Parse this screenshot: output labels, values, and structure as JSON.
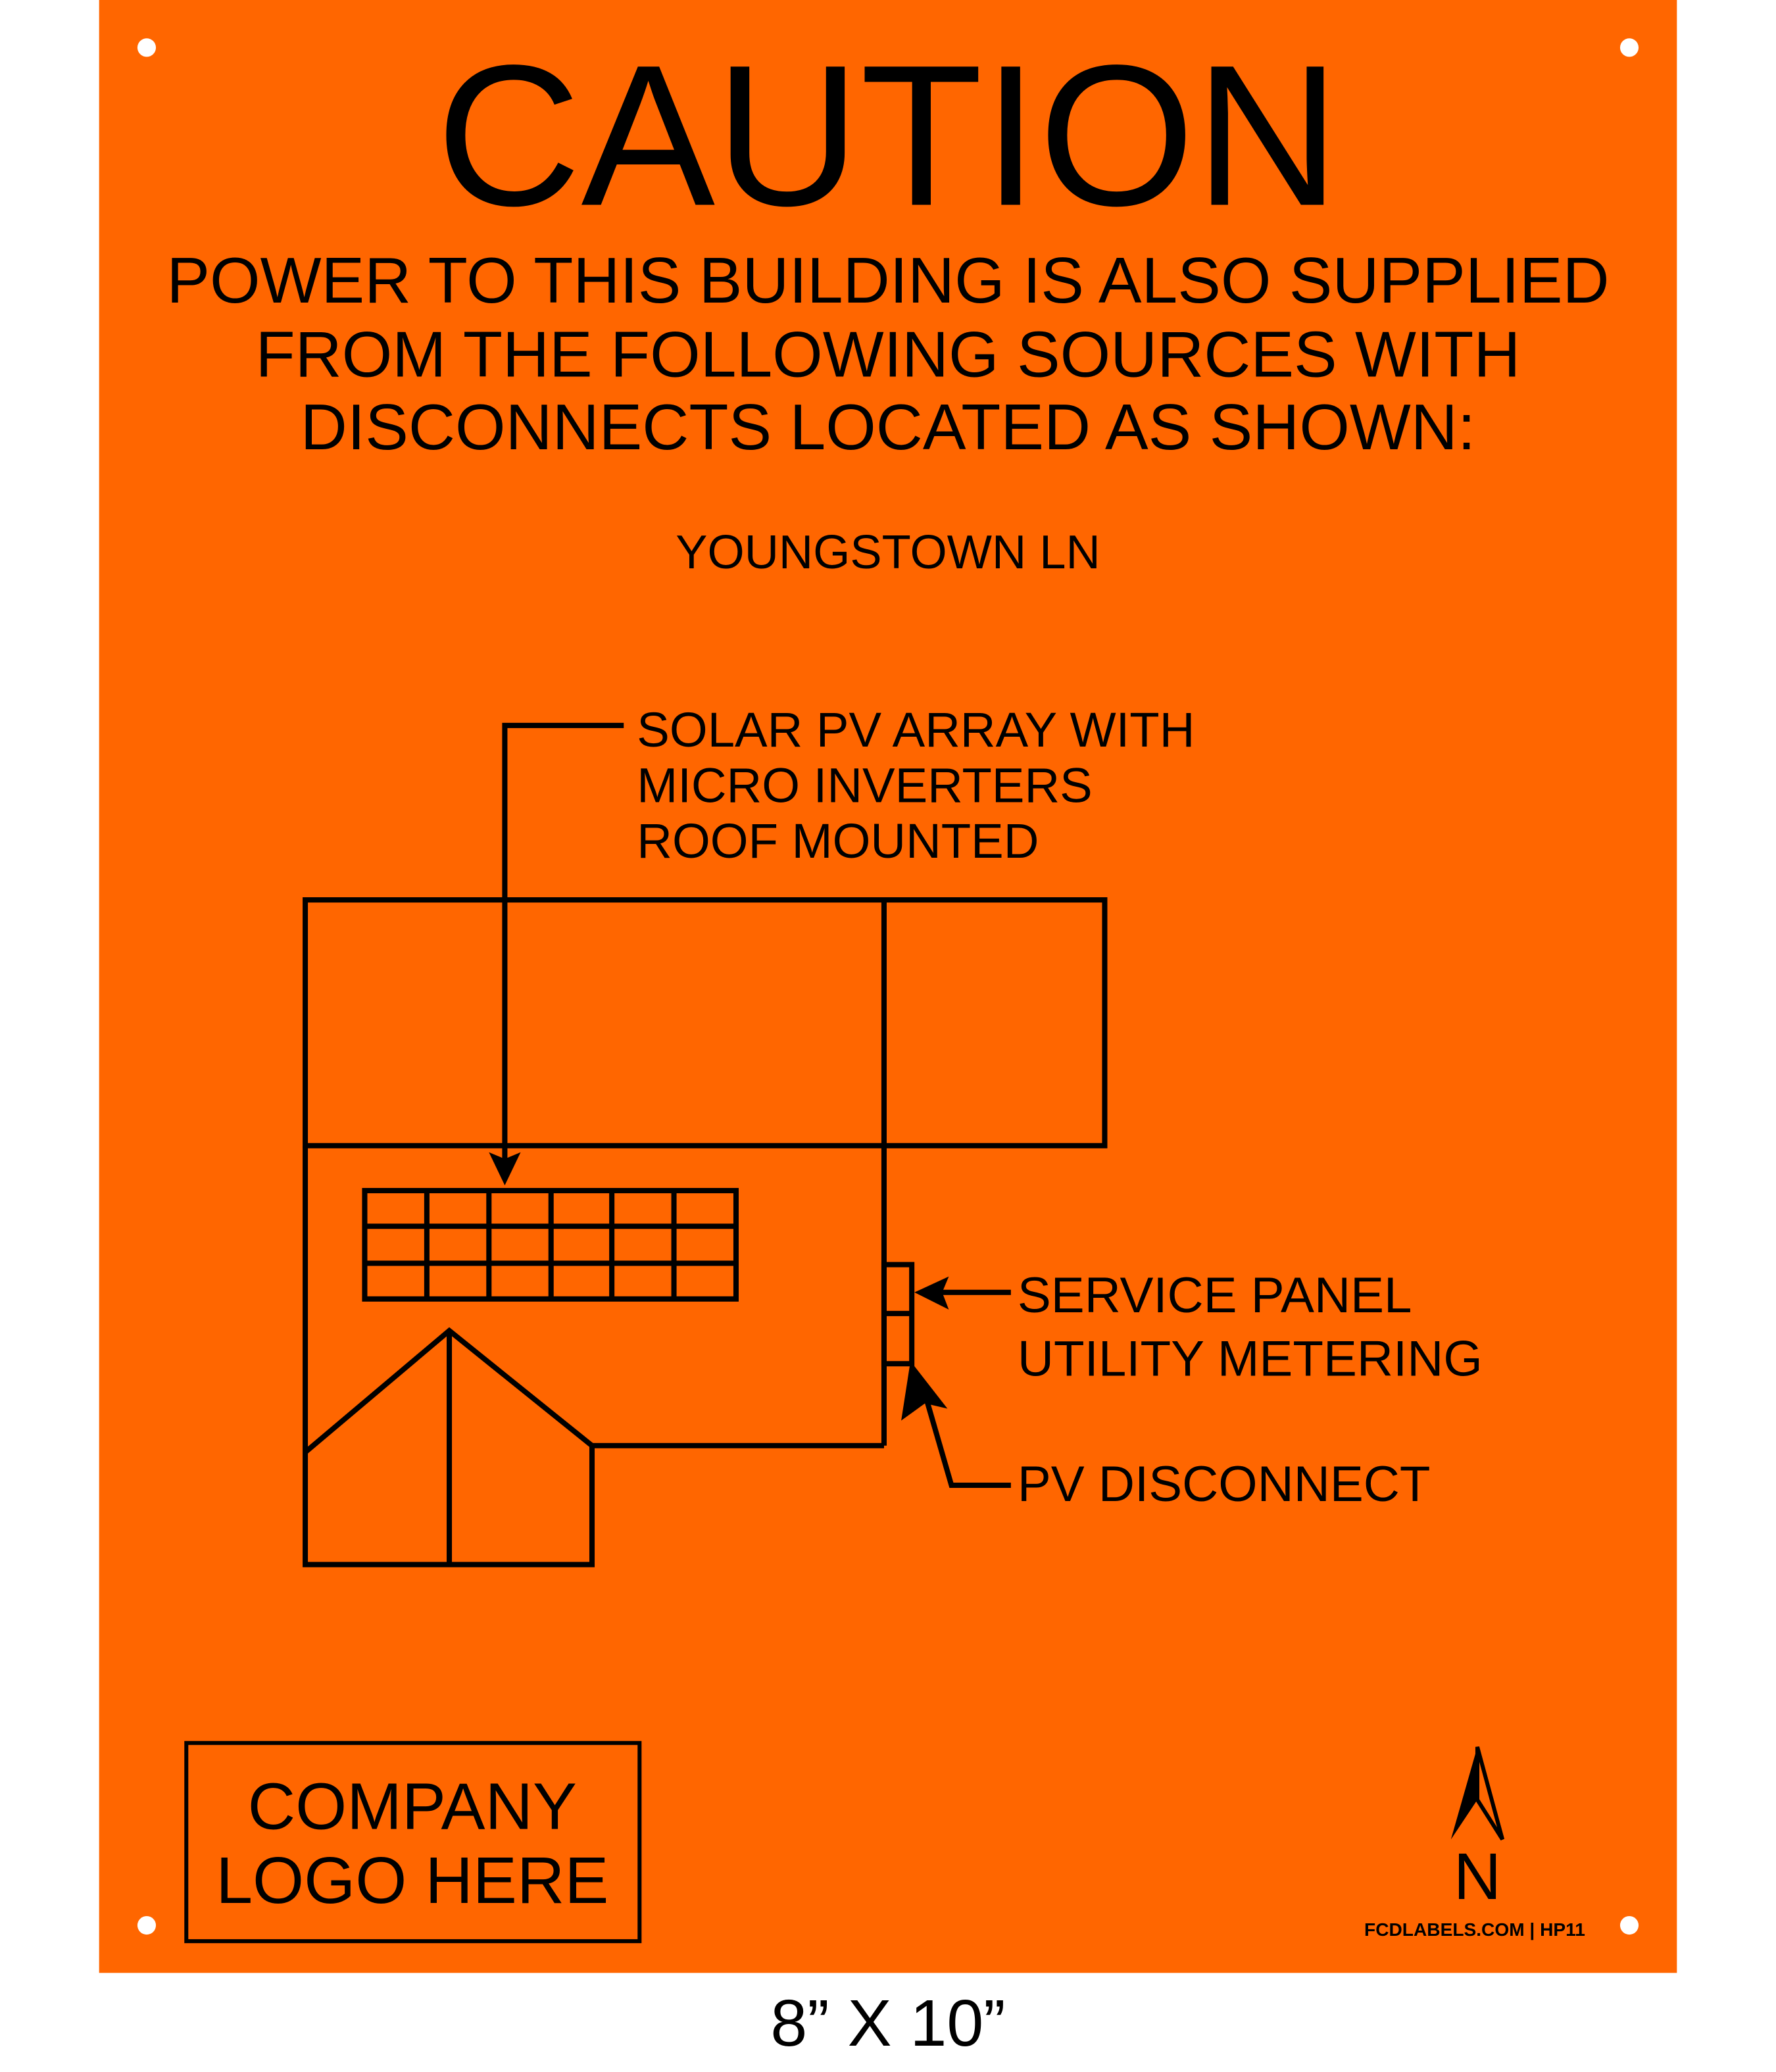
{
  "colors": {
    "sign_background": "#FF6600",
    "ink": "#000000",
    "page": "#FFFFFF"
  },
  "sign": {
    "title": "CAUTION",
    "message_lines": [
      "POWER TO THIS BUILDING IS ALSO SUPPLIED",
      "FROM THE FOLLOWING SOURCES WITH",
      "DISCONNECTS LOCATED AS SHOWN:"
    ],
    "street_label": "YOUNGSTOWN LN",
    "solar_label_lines": [
      "SOLAR PV ARRAY WITH",
      "MICRO INVERTERS",
      "ROOF MOUNTED"
    ],
    "service_label_lines": [
      "SERVICE PANEL",
      "UTILITY METERING"
    ],
    "pv_disconnect_label": "PV DISCONNECT",
    "logo_placeholder_lines": [
      "COMPANY",
      "LOGO HERE"
    ],
    "north_label": "N",
    "footer_code": "FCDLABELS.COM | HP11"
  },
  "size_caption": "8” X 10”"
}
